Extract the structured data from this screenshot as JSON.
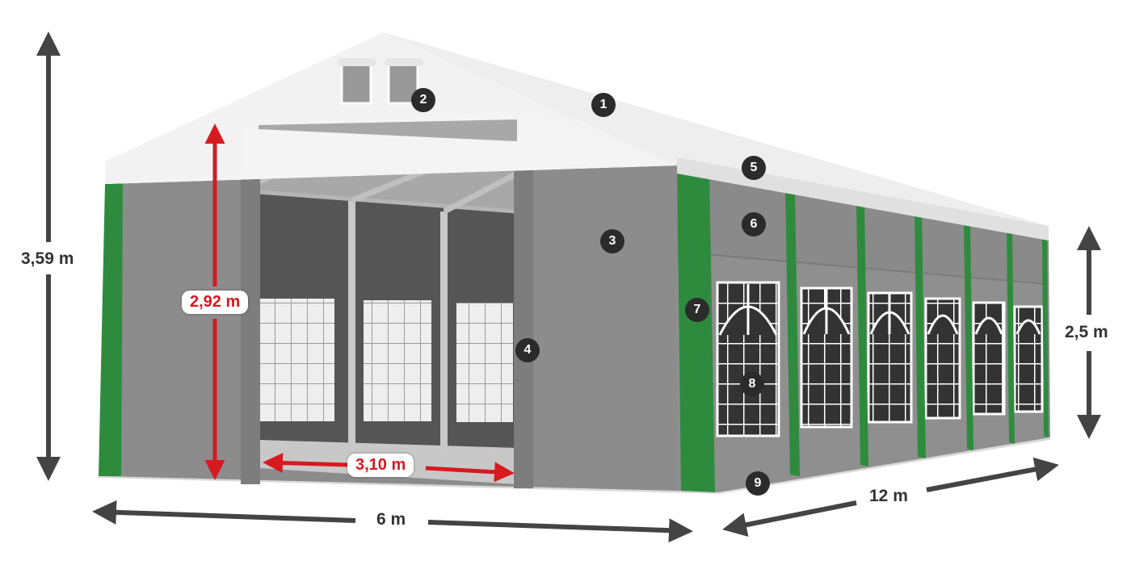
{
  "diagram": {
    "subject": "Party tent with windows",
    "colors": {
      "roof": "#f2f2f2",
      "wall": "#8c8c8c",
      "interior_wall": "#555555",
      "green_strap": "#2e8b3e",
      "dimension_dark": "#444444",
      "dimension_red": "#d71920",
      "marker_bg": "#2b2b2b"
    },
    "dimensions": {
      "total_height": "3,59 m",
      "side_height": "2,5 m",
      "entrance_height": "2,92 m",
      "entrance_width": "3,10 m",
      "width": "6 m",
      "length": "12 m"
    },
    "markers": [
      {
        "number": "1",
        "part": "roof"
      },
      {
        "number": "2",
        "part": "gable ventilation windows"
      },
      {
        "number": "3",
        "part": "gable wall"
      },
      {
        "number": "4",
        "part": "entrance door fastener"
      },
      {
        "number": "5",
        "part": "roof edge"
      },
      {
        "number": "6",
        "part": "side wall upper panel"
      },
      {
        "number": "7",
        "part": "green strap"
      },
      {
        "number": "8",
        "part": "arched window"
      },
      {
        "number": "9",
        "part": "ground skirt"
      }
    ]
  }
}
